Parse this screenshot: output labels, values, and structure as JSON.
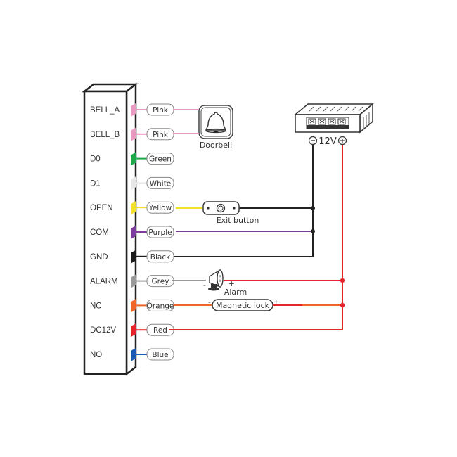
{
  "controller": {
    "terminals": [
      {
        "name": "BELL_A",
        "wire": "Pink",
        "color": "#e79bc0"
      },
      {
        "name": "BELL_B",
        "wire": "Pink",
        "color": "#e79bc0"
      },
      {
        "name": "D0",
        "wire": "Green",
        "color": "#1fa84a"
      },
      {
        "name": "D1",
        "wire": "White",
        "color": "#e8e8e8"
      },
      {
        "name": "OPEN",
        "wire": "Yellow",
        "color": "#f2e02a"
      },
      {
        "name": "COM",
        "wire": "Purple",
        "color": "#7b3c9a"
      },
      {
        "name": "GND",
        "wire": "Black",
        "color": "#1a1a1a"
      },
      {
        "name": "ALARM",
        "wire": "Grey",
        "color": "#9a9a9a"
      },
      {
        "name": "NC",
        "wire": "Orange",
        "color": "#f0672a"
      },
      {
        "name": "DC12V",
        "wire": "Red",
        "color": "#e5242b"
      },
      {
        "name": "NO",
        "wire": "Blue",
        "color": "#1b59b3"
      }
    ]
  },
  "devices": {
    "doorbell": "Doorbell",
    "exit_button": "Exit button",
    "alarm": "Alarm",
    "magnetic_lock": "Magnetic lock",
    "power_supply": "12V"
  },
  "polarity": {
    "minus": "-",
    "plus": "+"
  }
}
